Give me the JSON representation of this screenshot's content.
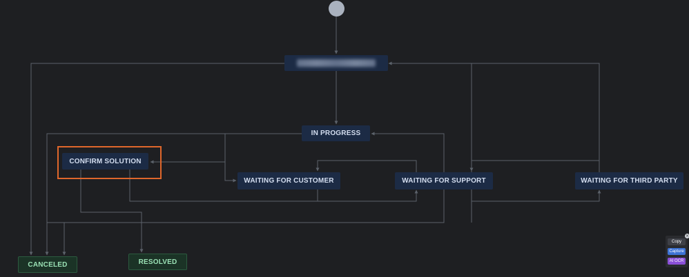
{
  "diagram": {
    "nodes": {
      "in_progress": "IN PROGRESS",
      "confirm_solution": "CONFIRM SOLUTION",
      "waiting_for_customer": "WAITING FOR CUSTOMER",
      "waiting_for_support": "WAITING FOR SUPPORT",
      "waiting_for_third_party": "WAITING FOR THIRD PARTY",
      "canceled": "CANCELED",
      "resolved": "RESOLVED"
    },
    "colors": {
      "background": "#1e1f22",
      "status_fill": "#1c2b45",
      "status_text": "#d4def0",
      "done_fill": "#1b3326",
      "done_text": "#9ae0b4",
      "connector": "#5c626b",
      "selection": "#e0672b",
      "start_node": "#aab2bf"
    }
  },
  "tool_widget": {
    "copy_label": "Copy",
    "capture_label": "Capture",
    "ocr_label": "AI OCR",
    "close_glyph": "×"
  }
}
